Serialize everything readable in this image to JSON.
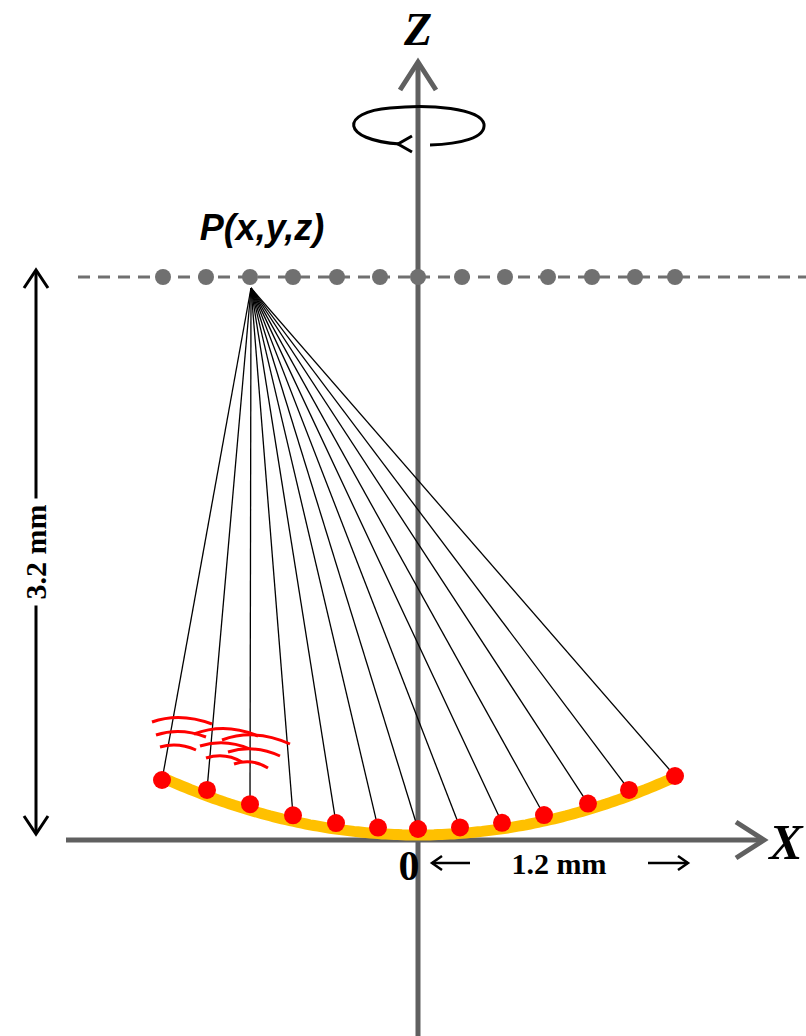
{
  "diagram": {
    "labels": [
      "Z",
      "P(x,y,z)",
      "3.2 mm",
      "0",
      "1.2 mm",
      "X"
    ]
  }
}
